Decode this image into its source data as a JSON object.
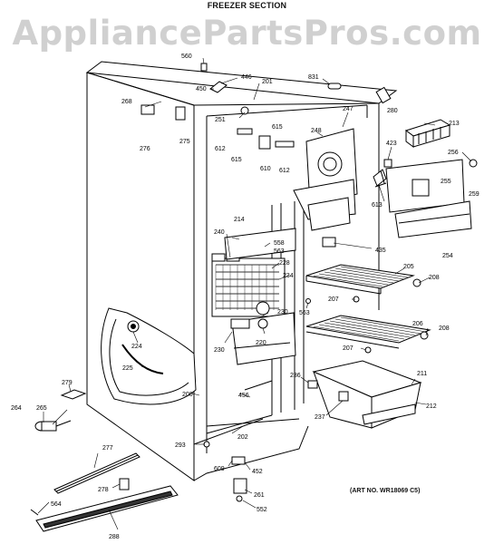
{
  "header": {
    "title": "FREEZER SECTION"
  },
  "watermark": "AppliancePartsPros.com",
  "art_number": "(ART NO. WR18069 C5)",
  "callouts": [
    {
      "id": "c560",
      "label": "560"
    },
    {
      "id": "c446",
      "label": "446"
    },
    {
      "id": "c450",
      "label": "450"
    },
    {
      "id": "c201",
      "label": "201"
    },
    {
      "id": "c831",
      "label": "831"
    },
    {
      "id": "c280",
      "label": "280"
    },
    {
      "id": "c268",
      "label": "268"
    },
    {
      "id": "c251",
      "label": "251"
    },
    {
      "id": "c615a",
      "label": "615"
    },
    {
      "id": "c248",
      "label": "248"
    },
    {
      "id": "c247",
      "label": "247"
    },
    {
      "id": "c213",
      "label": "213"
    },
    {
      "id": "c276",
      "label": "276"
    },
    {
      "id": "c275",
      "label": "275"
    },
    {
      "id": "c612a",
      "label": "612"
    },
    {
      "id": "c615b",
      "label": "615"
    },
    {
      "id": "c610",
      "label": "610"
    },
    {
      "id": "c612b",
      "label": "612"
    },
    {
      "id": "c423",
      "label": "423"
    },
    {
      "id": "c256",
      "label": "256"
    },
    {
      "id": "c255",
      "label": "255"
    },
    {
      "id": "c259",
      "label": "259"
    },
    {
      "id": "c613",
      "label": "613"
    },
    {
      "id": "c214",
      "label": "214"
    },
    {
      "id": "c240",
      "label": "240"
    },
    {
      "id": "c558",
      "label": "558"
    },
    {
      "id": "c563a",
      "label": "563"
    },
    {
      "id": "c228",
      "label": "228"
    },
    {
      "id": "c435",
      "label": "435"
    },
    {
      "id": "c254",
      "label": "254"
    },
    {
      "id": "c234",
      "label": "234"
    },
    {
      "id": "c205",
      "label": "205"
    },
    {
      "id": "c208a",
      "label": "208"
    },
    {
      "id": "c207a",
      "label": "207"
    },
    {
      "id": "c563b",
      "label": "563"
    },
    {
      "id": "c230a",
      "label": "230"
    },
    {
      "id": "c224",
      "label": "224"
    },
    {
      "id": "c220",
      "label": "220"
    },
    {
      "id": "c230b",
      "label": "230"
    },
    {
      "id": "c206",
      "label": "206"
    },
    {
      "id": "c208b",
      "label": "208"
    },
    {
      "id": "c207b",
      "label": "207"
    },
    {
      "id": "c225",
      "label": "225"
    },
    {
      "id": "c211",
      "label": "211"
    },
    {
      "id": "c279",
      "label": "279"
    },
    {
      "id": "c236",
      "label": "236"
    },
    {
      "id": "c456",
      "label": "456"
    },
    {
      "id": "c200",
      "label": "200"
    },
    {
      "id": "c212",
      "label": "212"
    },
    {
      "id": "c264",
      "label": "264"
    },
    {
      "id": "c265",
      "label": "265"
    },
    {
      "id": "c237",
      "label": "237"
    },
    {
      "id": "c202",
      "label": "202"
    },
    {
      "id": "c277",
      "label": "277"
    },
    {
      "id": "c293",
      "label": "293"
    },
    {
      "id": "c609",
      "label": "609"
    },
    {
      "id": "c452",
      "label": "452"
    },
    {
      "id": "c278",
      "label": "278"
    },
    {
      "id": "c261",
      "label": "261"
    },
    {
      "id": "c564",
      "label": "564"
    },
    {
      "id": "c552",
      "label": "552"
    },
    {
      "id": "c288",
      "label": "288"
    }
  ]
}
